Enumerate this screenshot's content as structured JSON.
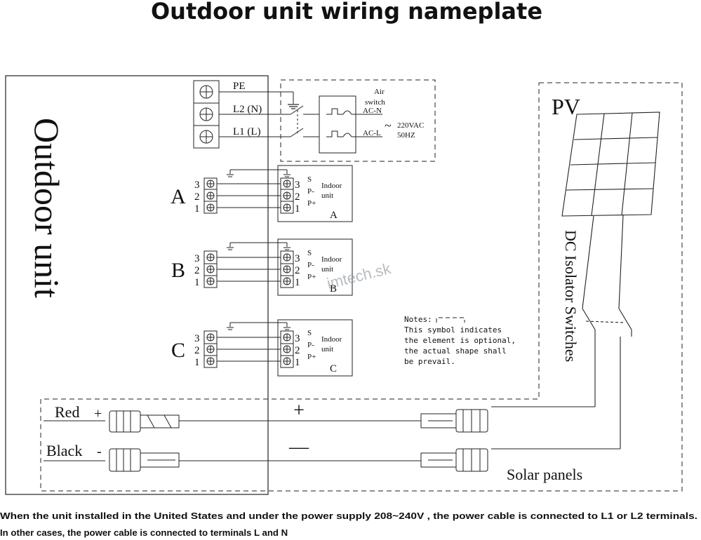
{
  "title": "Outdoor unit wiring nameplate",
  "outdoor_unit_label": "Outdoor unit",
  "power_terminals": {
    "pe": "PE",
    "l2": "L2 (N)",
    "l1": "L1 (L)"
  },
  "air_switch": {
    "label_line1": "Air",
    "label_line2": "switch",
    "ac_n": "AC-N",
    "ac_l": "AC-L",
    "voltage": "220VAC",
    "frequency": "50HZ",
    "ac_symbol": "~"
  },
  "ground_symbol": "⏚",
  "terminal_numbers": [
    "3",
    "2",
    "1"
  ],
  "indoor_units": [
    {
      "letter": "A",
      "label_line1": "Indoor",
      "label_line2": "unit",
      "pins": [
        "S",
        "P-",
        "P+"
      ]
    },
    {
      "letter": "B",
      "label_line1": "Indoor",
      "label_line2": "unit",
      "pins": [
        "S",
        "P-",
        "P+"
      ]
    },
    {
      "letter": "C",
      "label_line1": "Indoor",
      "label_line2": "unit",
      "pins": [
        "S",
        "P-",
        "P+"
      ]
    }
  ],
  "pv": {
    "label": "PV",
    "dc_isolator": "DC Isolator Switches",
    "solar_panels": "Solar panels"
  },
  "dc_wires": {
    "red": "Red",
    "red_sign": "+",
    "black": "Black",
    "black_sign": "-",
    "plus": "+",
    "minus": "—"
  },
  "notes": {
    "heading": "Notes:",
    "line1": "This symbol  indicates",
    "line2": "the element is optional,",
    "line3": "the actual shape shall",
    "line4": "be prevail."
  },
  "watermark": "imtech.sk",
  "footer": {
    "line1": "When the unit installed in the United States and under the power supply 208~240V , the power cable is connected to L1 or L2 terminals.",
    "line2": "In other cases, the power cable is connected to terminals L and N"
  },
  "colors": {
    "line": "#222222",
    "background": "#ffffff",
    "watermark": "#9aa0a8"
  }
}
